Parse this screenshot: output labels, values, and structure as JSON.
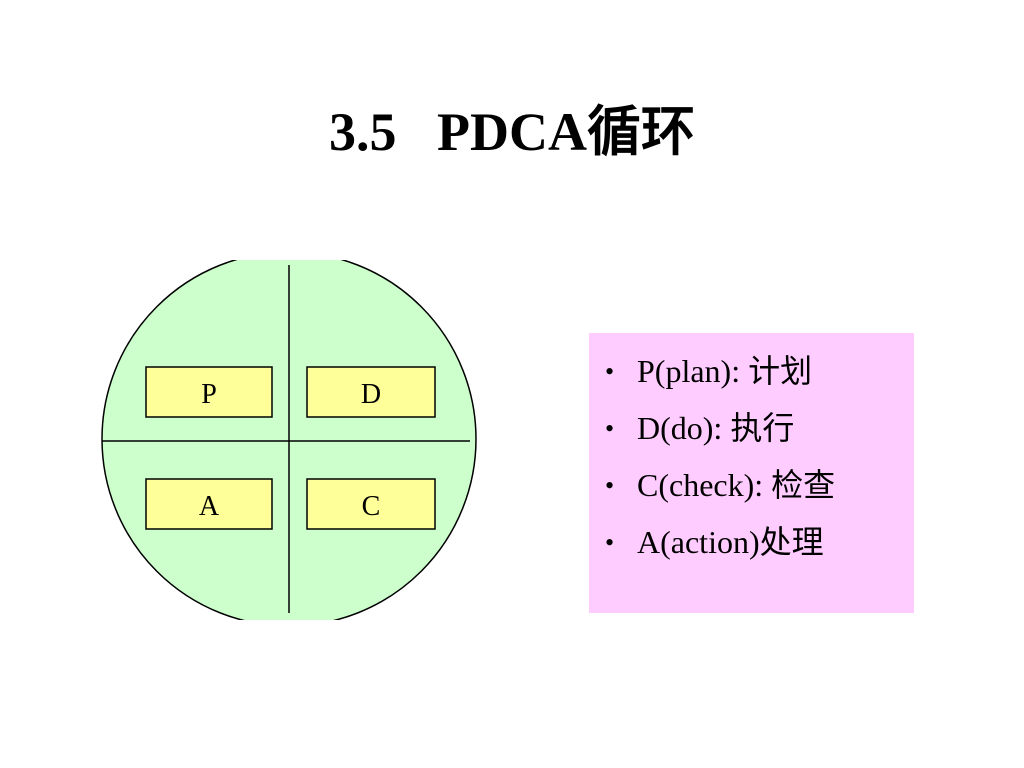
{
  "slide": {
    "title": "3.5   PDCA循环"
  },
  "diagram": {
    "circle_fill": "#ccffcc",
    "label_fill": "#ffff99",
    "quadrants": [
      {
        "id": "P",
        "label": "P"
      },
      {
        "id": "D",
        "label": "D"
      },
      {
        "id": "A",
        "label": "A"
      },
      {
        "id": "C",
        "label": "C"
      }
    ]
  },
  "legend": {
    "background": "#ffccff",
    "bullet": "•",
    "items": [
      {
        "text": "P(plan): 计划"
      },
      {
        "text": "D(do): 执行"
      },
      {
        "text": "C(check): 检查"
      },
      {
        "text": "A(action)处理"
      }
    ]
  }
}
